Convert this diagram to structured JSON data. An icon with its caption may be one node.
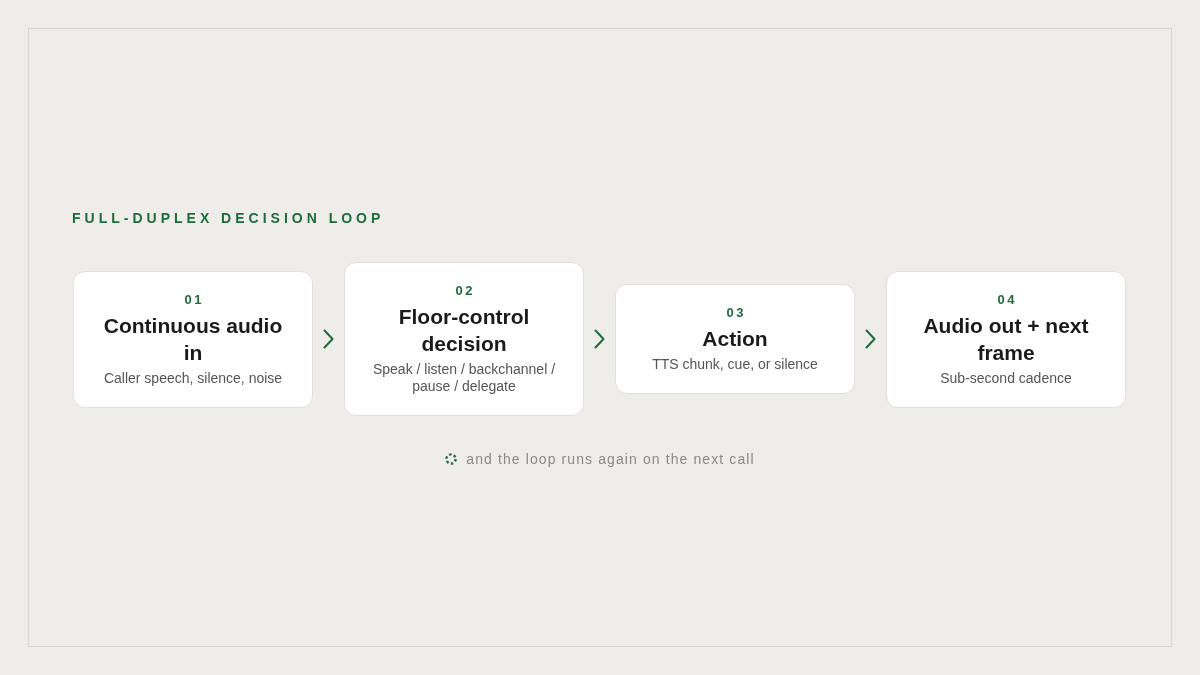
{
  "diagram": {
    "title": "FULL-DUPLEX DECISION LOOP",
    "nodes": [
      {
        "text": [
          "01",
          "Continuous audio in",
          "Caller speech, silence, noise"
        ]
      },
      {
        "text": [
          "02",
          "Floor-control decision",
          "Speak / listen / backchannel / pause / delegate"
        ]
      },
      {
        "text": [
          "03",
          "Action",
          "TTS chunk, cue, or silence"
        ]
      },
      {
        "text": [
          "04",
          "Audio out + next frame",
          "Sub-second cadence"
        ]
      }
    ],
    "edges": [
      {
        "from": 0,
        "to": 1,
        "arrow": "to"
      },
      {
        "from": 1,
        "to": 2,
        "arrow": "to"
      },
      {
        "from": 2,
        "to": 3,
        "arrow": "to"
      }
    ],
    "labels": [
      "and the loop runs again on the next call"
    ]
  }
}
